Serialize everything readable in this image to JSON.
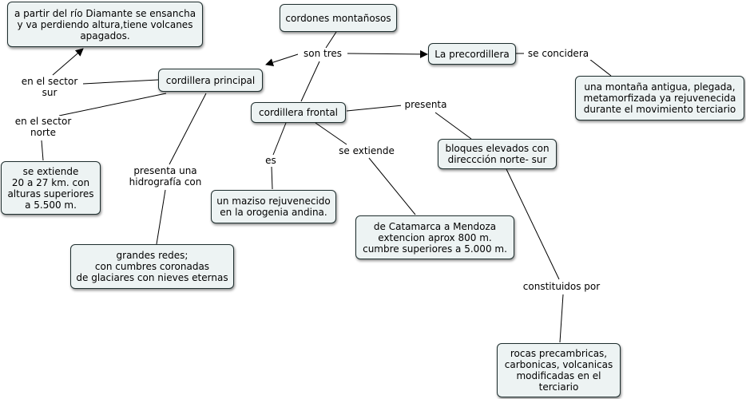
{
  "concepts": {
    "cordones": "cordones montañosos",
    "precordillera": "La precordillera",
    "montana": "una montaña antigua, plegada,\nmetamorfizada ya rejuvenecida\ndurante el movimiento terciario",
    "principal": "cordillera principal",
    "diamante": "a partir del río Diamante se ensancha\ny va perdiendo altura,tiene volcanes\napagados.",
    "extiende20": "se extiende\n20 a 27 km. con\nalturas superiores\na 5.500 m.",
    "grandes": "grandes redes;\ncon cumbres coronadas\nde glaciares con nieves eternas",
    "frontal": "cordillera frontal",
    "maziso": "un maziso rejuvenecido\nen la orogenia andina.",
    "catamarca": "de Catamarca a Mendoza\nextencion aprox 800 m.\ncumbre superiores a 5.000 m.",
    "bloques": "bloques elevados con\ndireccción norte- sur",
    "rocas": "rocas precambricas,\ncarbonicas, volcanicas\nmodificadas en el\nterciario"
  },
  "links": {
    "son_tres": "son tres",
    "se_concidera": "se concidera",
    "sector_sur": "en el sector\nsur",
    "sector_norte": "en el sector\nnorte",
    "hidrografia": "presenta una\nhidrografía con",
    "es": "es",
    "se_extiende": "se extiende",
    "presenta": "presenta",
    "constituidos": "constituidos por"
  }
}
